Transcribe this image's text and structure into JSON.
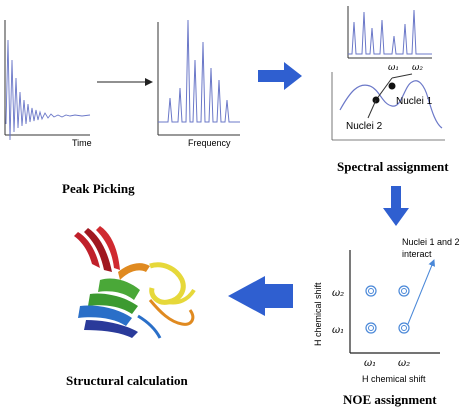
{
  "panels": {
    "fid": {
      "xlabel": "Time"
    },
    "spectrum": {
      "xlabel": "Frequency"
    },
    "assignment": {
      "peak1": "ω₁",
      "peak2": "ω₂",
      "nuclei1": "Nuclei 1",
      "nuclei2": "Nuclei 2"
    },
    "noe": {
      "ylabel": "H chemical shift",
      "xlabel": "H chemical shift",
      "x_ticks": [
        "ω₁",
        "ω₂"
      ],
      "y_ticks": [
        "ω₂",
        "ω₁"
      ],
      "note_line1": "Nuclei 1 and 2",
      "note_line2": "interact"
    }
  },
  "captions": {
    "peak_picking": "Peak Picking",
    "spectral_assignment": "Spectral assignment",
    "noe_assignment": "NOE assignment",
    "structural_calculation": "Structural calculation"
  },
  "colors": {
    "signal": "#6b78c8",
    "arrow": "#2f5fd0",
    "protein": [
      "#c0202a",
      "#e08a20",
      "#e6d83a",
      "#4aa838",
      "#2a6fc8",
      "#2a3a9a"
    ]
  }
}
